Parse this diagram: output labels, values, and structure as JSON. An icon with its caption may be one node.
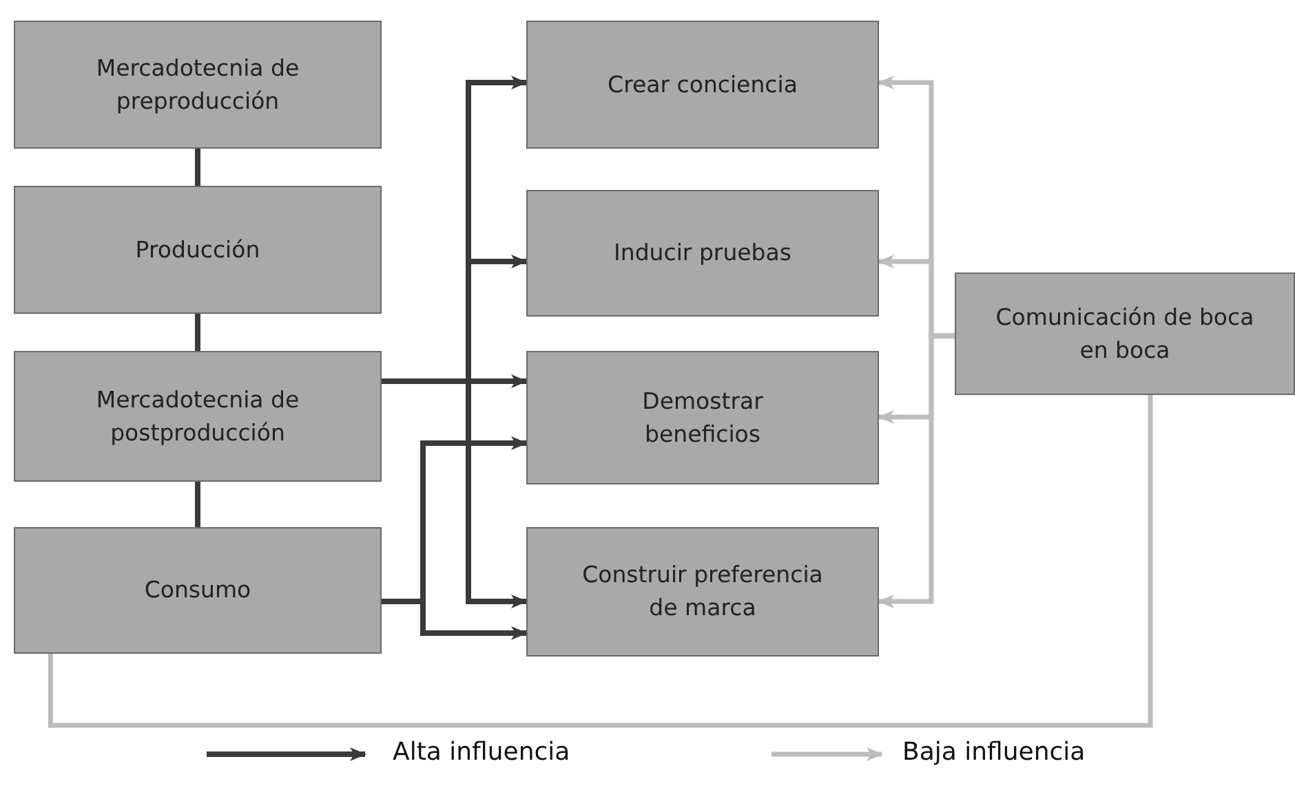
{
  "diagram": {
    "nodes": [
      {
        "text": [
          "Mercadotecnia de preproducción"
        ]
      },
      {
        "text": [
          "Producción"
        ]
      },
      {
        "text": [
          "Mercadotecnia de postproducción"
        ]
      },
      {
        "text": [
          "Consumo"
        ]
      },
      {
        "text": [
          "Crear conciencia"
        ]
      },
      {
        "text": [
          "Inducir pruebas"
        ]
      },
      {
        "text": [
          "Demostrar beneficios"
        ]
      },
      {
        "text": [
          "Construir preferencia de marca"
        ]
      },
      {
        "text": [
          "Comunicación de boca en boca"
        ]
      }
    ],
    "edges": [
      {
        "from": 0,
        "to": 1,
        "arrow": "none"
      },
      {
        "from": 1,
        "to": 2,
        "arrow": "none"
      },
      {
        "from": 2,
        "to": 3,
        "arrow": "none"
      },
      {
        "from": 2,
        "to": 4,
        "arrow": "to"
      },
      {
        "from": 2,
        "to": 5,
        "arrow": "to"
      },
      {
        "from": 2,
        "to": 6,
        "arrow": "to"
      },
      {
        "from": 2,
        "to": 7,
        "arrow": "to"
      },
      {
        "from": 3,
        "to": 6,
        "arrow": "to"
      },
      {
        "from": 3,
        "to": 7,
        "arrow": "to"
      },
      {
        "from": 8,
        "to": 4,
        "arrow": "to",
        "color": "#bdbdbd"
      },
      {
        "from": 8,
        "to": 5,
        "arrow": "to",
        "color": "#bdbdbd"
      },
      {
        "from": 8,
        "to": 6,
        "arrow": "to",
        "color": "#bdbdbd"
      },
      {
        "from": 8,
        "to": 7,
        "arrow": "to",
        "color": "#bdbdbd"
      },
      {
        "from": 8,
        "to": 3,
        "arrow": "none",
        "color": "#bdbdbd"
      }
    ],
    "legend": [
      {
        "text": "Alta influencia"
      },
      {
        "text": "Baja influencia"
      }
    ]
  }
}
